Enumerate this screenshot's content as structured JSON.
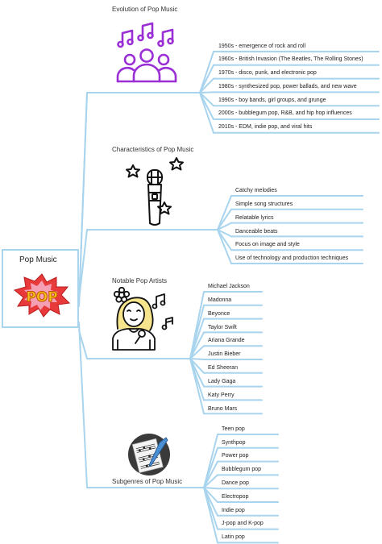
{
  "root": {
    "title": "Pop Music",
    "icon": "pop-burst-icon"
  },
  "branches": [
    {
      "id": "evolution",
      "title": "Evolution of Pop Music",
      "icon": "music-audience-icon",
      "items": [
        "1950s - emergence of rock and roll",
        "1960s - British Invasion (The Beatles, The Rolling Stones)",
        "1970s - disco, punk, and electronic pop",
        "1980s - synthesized pop, power ballads, and new wave",
        "1990s - boy bands, girl groups, and grunge",
        "2000s - bubblegum pop, R&B, and hip hop influences",
        "2010s - EDM, indie pop, and viral hits"
      ]
    },
    {
      "id": "characteristics",
      "title": "Characteristics of Pop Music",
      "icon": "microphone-stars-icon",
      "items": [
        "Catchy melodies",
        "Simple song structures",
        "Relatable lyrics",
        "Danceable beats",
        "Focus on image and style",
        "Use of technology and production techniques"
      ]
    },
    {
      "id": "artists",
      "title": "Notable Pop Artists",
      "icon": "singer-icon",
      "items": [
        "Michael Jackson",
        "Madonna",
        "Beyonce",
        "Taylor Swift",
        "Ariana Grande",
        "Justin Bieber",
        "Ed Sheeran",
        "Lady Gaga",
        "Katy Perry",
        "Bruno Mars"
      ]
    },
    {
      "id": "subgenres",
      "title": "Subgenres of Pop Music",
      "icon": "sheet-music-icon",
      "items": [
        "Teen pop",
        "Synthpop",
        "Power pop",
        "Bubblegum pop",
        "Dance pop",
        "Electropop",
        "Indie pop",
        "J-pop and K-pop",
        "Latin pop"
      ]
    }
  ],
  "colors": {
    "connector": "#a8d4ee",
    "icon_purple": "#9b2fd6",
    "pop_red": "#e8393b",
    "pop_yellow": "#f5c518"
  }
}
